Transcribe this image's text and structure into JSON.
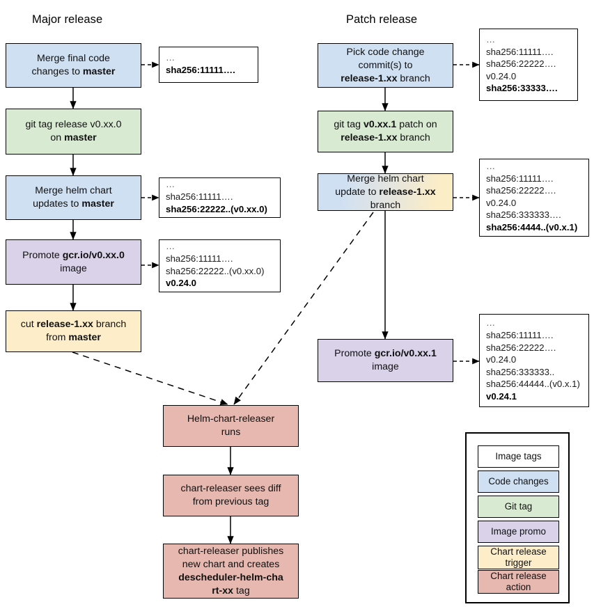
{
  "columns": {
    "major_title": "Major release",
    "patch_title": "Patch release"
  },
  "major_flow": [
    {
      "id": "merge-final-code",
      "kind": "code-changes",
      "lines": [
        {
          "t": "Merge final code"
        },
        {
          "t": "changes to ",
          "bold_tail": "master"
        }
      ]
    },
    {
      "id": "git-tag-release",
      "kind": "git-tag",
      "lines": [
        {
          "t": "git tag release v0.xx.0"
        },
        {
          "t": "on ",
          "bold_tail": "master"
        }
      ]
    },
    {
      "id": "merge-helm-chart-master",
      "kind": "code-changes",
      "lines": [
        {
          "t": "Merge helm chart"
        },
        {
          "t": "updates to ",
          "bold_tail": "master"
        }
      ]
    },
    {
      "id": "promote-image-major",
      "kind": "image-promo",
      "lines": [
        {
          "t": "Promote ",
          "bold_tail": "gcr.io/v0.xx.0"
        },
        {
          "t": "image"
        }
      ]
    },
    {
      "id": "cut-release-branch",
      "kind": "chart-release-trigger",
      "lines": [
        {
          "t": "cut ",
          "bold_mid": "release-1.xx",
          "tail": " branch"
        },
        {
          "t": "from ",
          "bold_tail": "master"
        }
      ]
    }
  ],
  "patch_flow": [
    {
      "id": "pick-code-change",
      "kind": "code-changes",
      "lines": [
        {
          "t": "Pick code change"
        },
        {
          "t": "commit(s) to"
        },
        {
          "bold_lead": "release-1.xx",
          "tail": " branch"
        }
      ]
    },
    {
      "id": "git-tag-patch",
      "kind": "git-tag",
      "lines": [
        {
          "t": "git tag ",
          "bold_mid": "v0.xx.1",
          "tail": " patch on"
        },
        {
          "bold_lead": "release-1.xx",
          "tail": " branch"
        }
      ]
    },
    {
      "id": "merge-helm-chart-release",
      "kind": "code-changes-to-trigger",
      "lines": [
        {
          "t": "Merge helm chart"
        },
        {
          "t": "update to ",
          "bold_tail": "release-1.xx"
        },
        {
          "t": "branch"
        }
      ]
    },
    {
      "id": "promote-image-patch",
      "kind": "image-promo",
      "lines": [
        {
          "t": "Promote ",
          "bold_tail": "gcr.io/v0.xx.1"
        },
        {
          "t": "image"
        }
      ]
    }
  ],
  "chart_release_flow": [
    {
      "id": "helm-chart-releaser-runs",
      "kind": "chart-release-action",
      "lines": [
        {
          "t": "Helm-chart-releaser"
        },
        {
          "t": "runs"
        }
      ]
    },
    {
      "id": "chart-releaser-sees-diff",
      "kind": "chart-release-action",
      "lines": [
        {
          "t": "chart-releaser sees diff"
        },
        {
          "t": "from previous tag"
        }
      ]
    },
    {
      "id": "chart-releaser-publishes",
      "kind": "chart-release-action",
      "lines": [
        {
          "t": "chart-releaser publishes"
        },
        {
          "t": "new chart and creates"
        },
        {
          "bold_lead": "descheduler-helm-cha"
        },
        {
          "bold_lead": "rt-xx",
          "tail": " tag"
        }
      ]
    }
  ],
  "notes": [
    {
      "id": "note-merge-final-code",
      "lines": [
        {
          "text": "…",
          "style": "dots"
        },
        {
          "text": "sha256:11111….",
          "style": "bold"
        }
      ]
    },
    {
      "id": "note-merge-helm-chart-master",
      "lines": [
        {
          "text": "…",
          "style": "dots"
        },
        {
          "text": "sha256:11111….",
          "style": "plain"
        },
        {
          "text": "sha256:22222..(v0.xx.0)",
          "style": "bold"
        }
      ]
    },
    {
      "id": "note-promote-image-major",
      "lines": [
        {
          "text": "…",
          "style": "dots"
        },
        {
          "text": "sha256:11111….",
          "style": "plain"
        },
        {
          "text": "sha256:22222..(v0.xx.0)",
          "style": "plain"
        },
        {
          "text": "v0.24.0",
          "style": "bold"
        }
      ]
    },
    {
      "id": "note-pick-code-change",
      "lines": [
        {
          "text": "…",
          "style": "dots"
        },
        {
          "text": "sha256:11111….",
          "style": "plain"
        },
        {
          "text": "sha256:22222….",
          "style": "plain"
        },
        {
          "text": "v0.24.0",
          "style": "plain"
        },
        {
          "text": "sha256:33333….",
          "style": "bold"
        }
      ]
    },
    {
      "id": "note-merge-helm-chart-release",
      "lines": [
        {
          "text": "…",
          "style": "dots"
        },
        {
          "text": "sha256:11111….",
          "style": "plain"
        },
        {
          "text": "sha256:22222….",
          "style": "plain"
        },
        {
          "text": "v0.24.0",
          "style": "plain"
        },
        {
          "text": "sha256:333333….",
          "style": "plain"
        },
        {
          "text": "sha256:4444..(v0.x.1)",
          "style": "bold"
        }
      ]
    },
    {
      "id": "note-promote-image-patch",
      "lines": [
        {
          "text": "…",
          "style": "dots"
        },
        {
          "text": "sha256:11111….",
          "style": "plain"
        },
        {
          "text": "sha256:22222….",
          "style": "plain"
        },
        {
          "text": "v0.24.0",
          "style": "plain"
        },
        {
          "text": "sha256:333333..",
          "style": "plain"
        },
        {
          "text": "sha256:44444..(v0.x.1)",
          "style": "plain"
        },
        {
          "text": "v0.24.1",
          "style": "bold"
        }
      ]
    }
  ],
  "legend": {
    "items": [
      {
        "label": "Image tags",
        "key": "image-tags",
        "color": "#ffffff"
      },
      {
        "label": "Code changes",
        "key": "code-changes",
        "color": "#cfe0f3"
      },
      {
        "label": "Git tag",
        "key": "git-tag",
        "color": "#d9ead3"
      },
      {
        "label": "Image promo",
        "key": "image-promo",
        "color": "#d9d2e9"
      },
      {
        "label": "Chart release trigger",
        "key": "chart-release-trigger",
        "color": "#fdeec9"
      },
      {
        "label": "Chart release action",
        "key": "chart-release-action",
        "color": "#e6b8af"
      }
    ]
  },
  "palette": {
    "code_changes": "#cfe0f3",
    "git_tag": "#d9ead3",
    "image_promo": "#d9d2e9",
    "chart_release_trigger": "#fdeec9",
    "chart_release_action": "#e6b8af",
    "image_tags": "#ffffff",
    "stroke": "#000000"
  }
}
